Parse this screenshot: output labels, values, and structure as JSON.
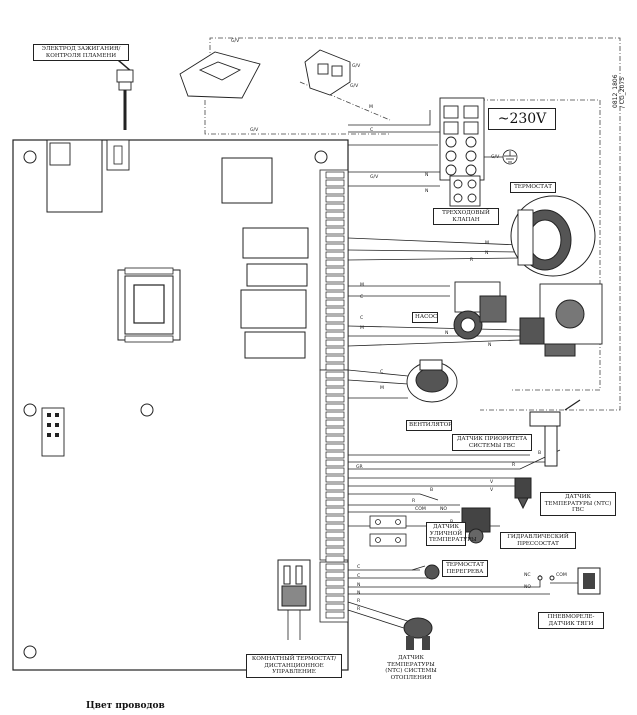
{
  "labels": {
    "electrode": "ЭЛЕКТРОД ЗАЖИГАНИЯ/ КОНТРОЛЯ ПЛАМЕНИ",
    "voltage": "~230V",
    "thermostat": "ТЕРМОСТАТ",
    "three_way_valve": "ТРЕХХОДОВЫЙ КЛАПАН",
    "pump": "НАСОС",
    "fan": "ВЕНТИЛЯТОР",
    "dhw_priority_sensor": "ДАТЧИК ПРИОРИТЕТА СИСТЕМЫ ГВС",
    "dhw_temp_sensor": "ДАТЧИК ТЕМПЕРАТУРЫ (NTC) ГВС",
    "outdoor_sensor": "ДАТЧИК УЛИЧНОЙ ТЕМПЕРАТУРЫ",
    "hydraulic_pressostat": "ГИДРАВЛИЧЕСКИЙ ПРЕССОСТАТ",
    "overheat_thermostat": "ТЕРМОСТАТ ПЕРЕГРЕВА",
    "air_pressostat": "ПНЕВМОРЕЛЕ- ДАТЧИК ТЯГИ",
    "room_thermostat": "КОМНАТНЫЙ ТЕРМОСТАТ/ ДИСТАНЦИОННОЕ УПРАВЛЕНИЕ",
    "heating_ntc": "ДАТЧИК ТЕМПЕРАТУРЫ (NTC) СИСТЕМЫ ОТОПЛЕНИЯ",
    "doc_code": "0812_1806 / CG_2075",
    "wire_colors_heading": "Цвет проводов"
  },
  "wire_codes": {
    "gv": "G/V",
    "m": "M",
    "c": "C",
    "n": "N",
    "b": "B",
    "v": "V",
    "r": "R",
    "gr": "GR",
    "com": "COM",
    "nc": "NC",
    "no": "NO"
  },
  "colors": {
    "line": "#222222",
    "board_fill": "#ffffff",
    "component_fill": "#4a4a4a"
  }
}
